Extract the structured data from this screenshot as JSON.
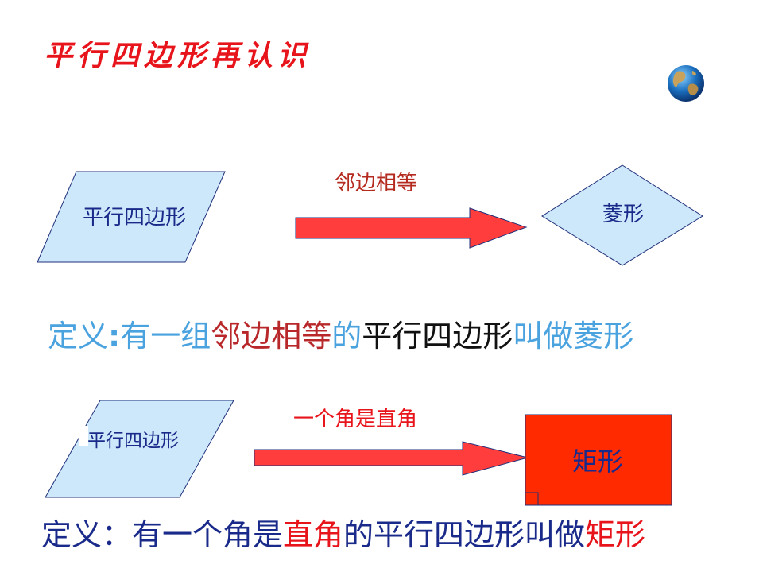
{
  "title": "平行四边形再认识",
  "colors": {
    "title": "#e8141b",
    "shape_fill": "#cce8fa",
    "shape_stroke": "#1f2f7a",
    "arrow_fill": "#ff3d3d",
    "rect_fill": "#ff2a00",
    "arrow_label": "#b52a1f",
    "def_light_blue": "#4aa3df",
    "def_dark_red": "#b8282a",
    "def_black": "#111111",
    "def_navy": "#1a2a8a",
    "def_red": "#e8141b",
    "shape_text": "#1a2a8a",
    "rect_text": "#1a2a8a"
  },
  "row1": {
    "source_shape": "平行四边形",
    "arrow_label": "邻边相等",
    "target_shape": "菱形",
    "definition": [
      {
        "text": "定义",
        "color": "def_light_blue"
      },
      {
        "text": ":",
        "color": "def_light_blue",
        "bold": true
      },
      {
        "text": "有一组",
        "color": "def_light_blue"
      },
      {
        "text": "邻边相等",
        "color": "def_dark_red"
      },
      {
        "text": "的",
        "color": "def_light_blue"
      },
      {
        "text": "平行四边形",
        "color": "def_black"
      },
      {
        "text": "叫做菱形",
        "color": "def_light_blue"
      }
    ]
  },
  "row2": {
    "source_shape": "平行四边形",
    "arrow_label": "一个角是直角",
    "target_shape": "矩形",
    "definition": [
      {
        "text": "定义：有一个角是",
        "color": "def_navy"
      },
      {
        "text": "直角",
        "color": "def_red"
      },
      {
        "text": "的平行四边形叫做",
        "color": "def_navy"
      },
      {
        "text": "矩形",
        "color": "def_red"
      }
    ]
  }
}
